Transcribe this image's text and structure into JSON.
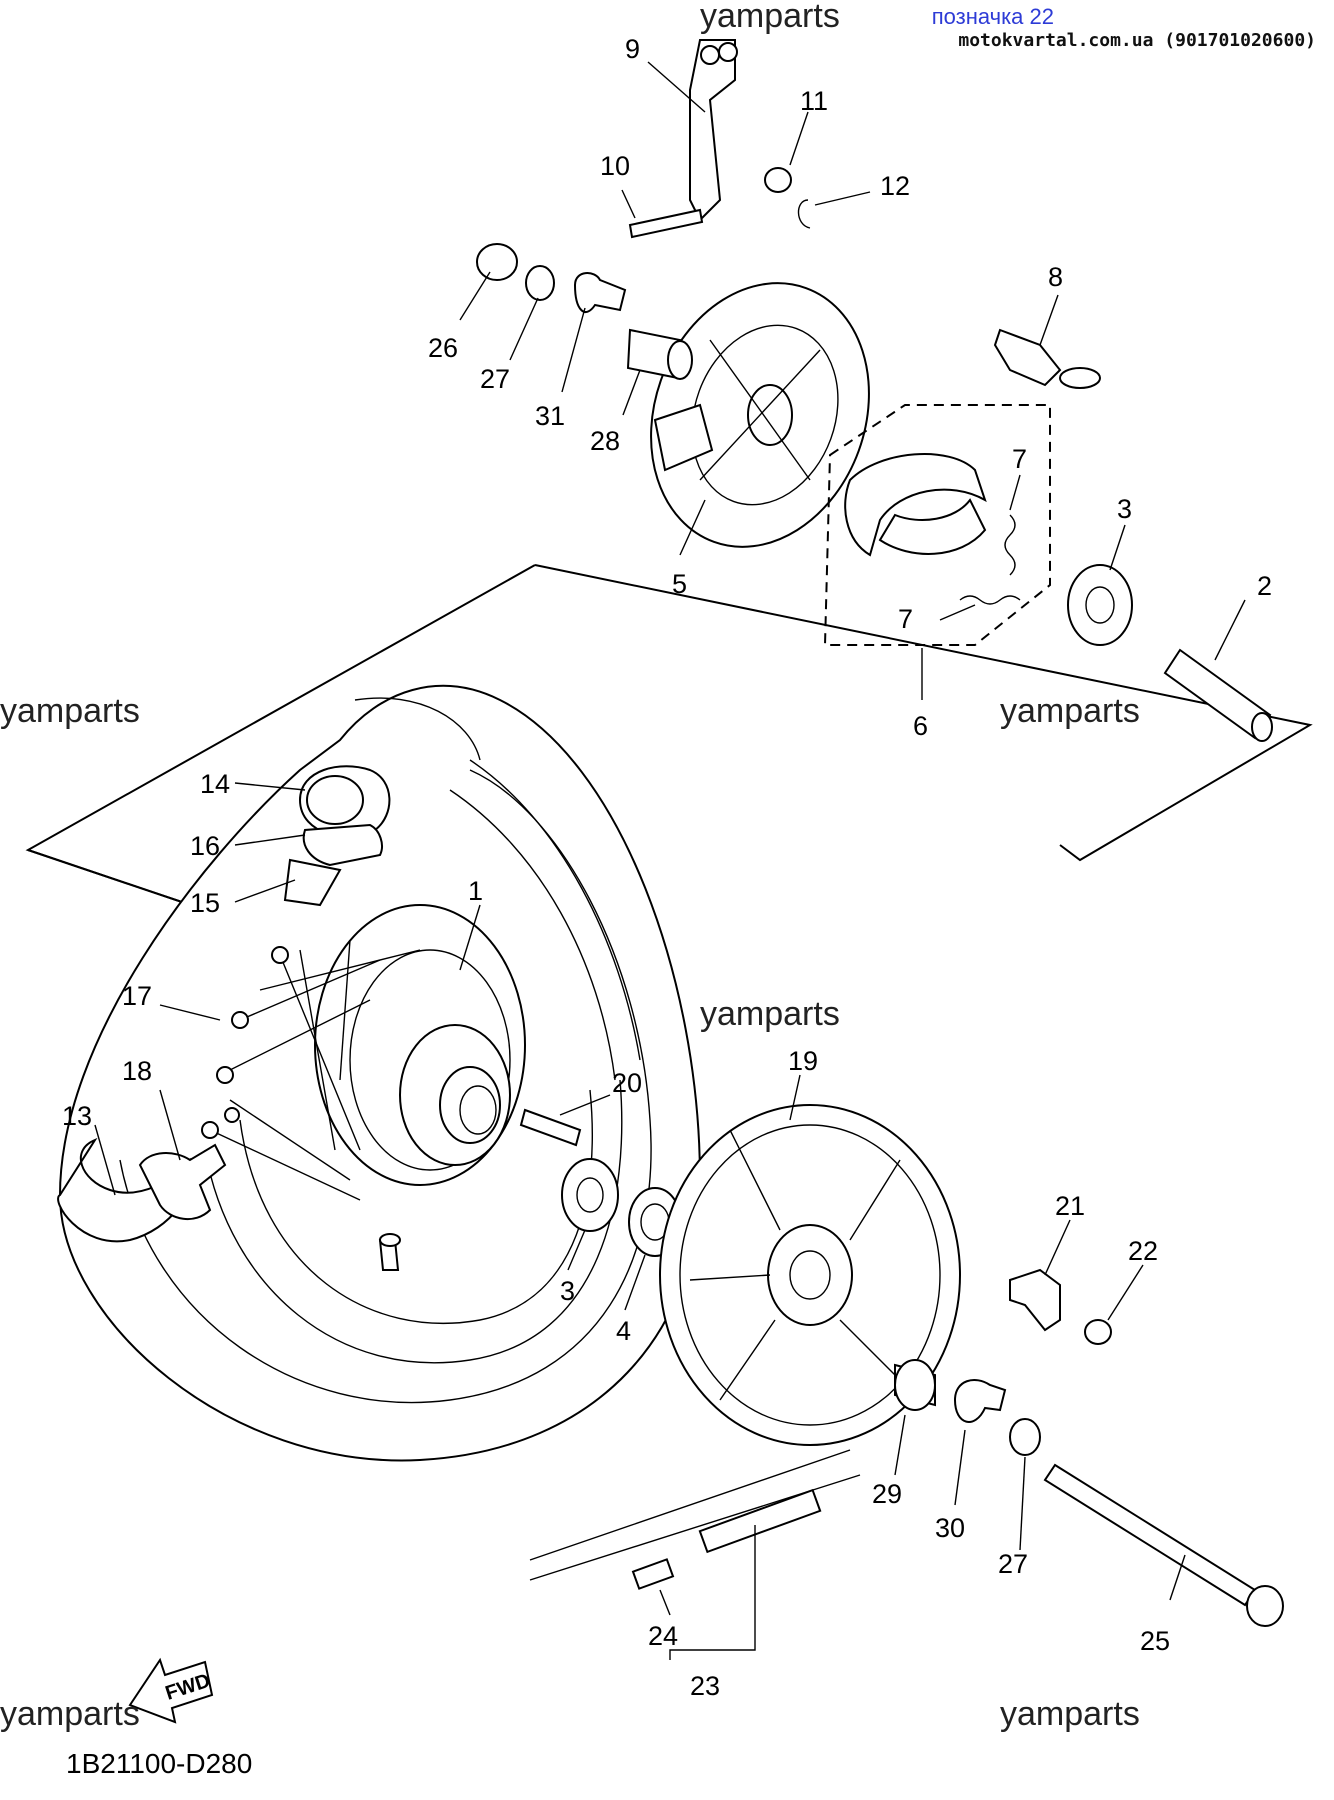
{
  "header": {
    "badge": "позначка 22",
    "site": "motokvartal.com.ua (901701020600)"
  },
  "watermarks": [
    "yamparts",
    "yamparts",
    "yamparts",
    "yamparts",
    "yamparts",
    "yamparts"
  ],
  "diagram_code": "1B21100-D280",
  "fwd_label": "FWD",
  "callouts": [
    "9",
    "11",
    "10",
    "12",
    "26",
    "27",
    "31",
    "28",
    "8",
    "5",
    "7",
    "3",
    "7",
    "6",
    "2",
    "14",
    "16",
    "15",
    "1",
    "17",
    "18",
    "13",
    "20",
    "19",
    "3",
    "4",
    "21",
    "22",
    "29",
    "30",
    "27",
    "24",
    "23",
    "25"
  ]
}
